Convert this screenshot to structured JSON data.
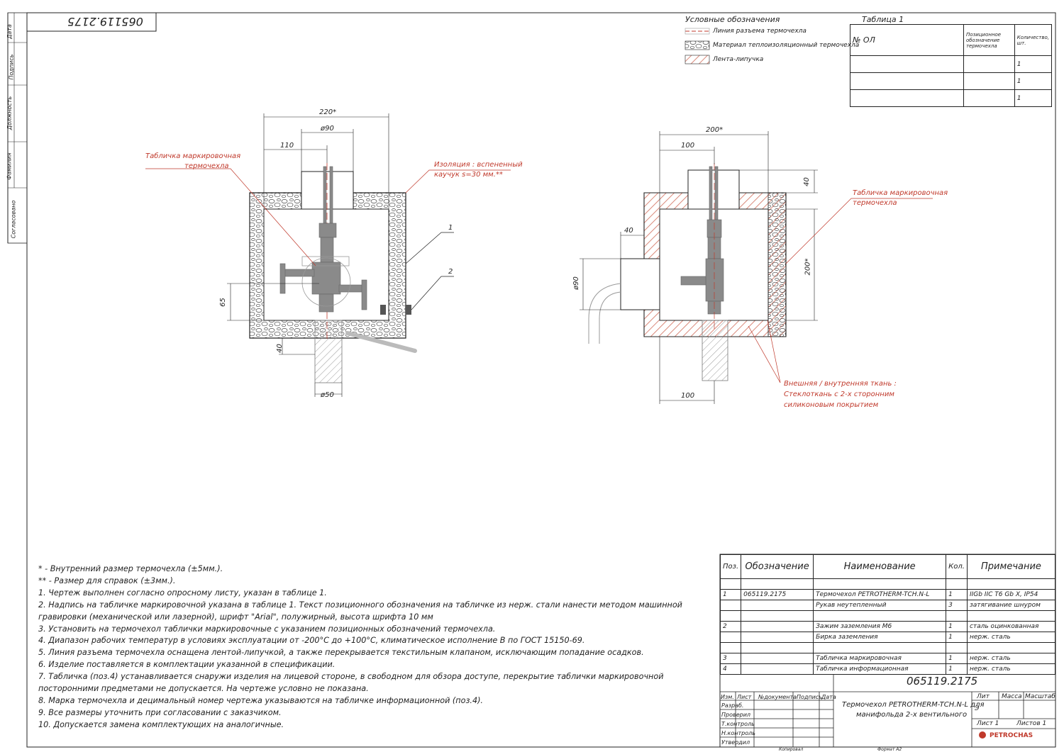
{
  "doc_number_mirrored": "065119.2175",
  "side_labels": [
    "Дата",
    "Подпись",
    "Должность",
    "Фамилия",
    "Согласовано"
  ],
  "legend": {
    "title": "Условные обозначения",
    "items": [
      "Линия разъема термочехла",
      "Материал теплоизоляционный термочехла",
      "Лента-липучка"
    ]
  },
  "table1": {
    "title": "Таблица 1",
    "headers": [
      "№ ОЛ",
      "Позиционное обозначение термочехла",
      "Количество, шт."
    ],
    "rows": [
      [
        "",
        "",
        "1"
      ],
      [
        "",
        "",
        "1"
      ],
      [
        "",
        "",
        "1"
      ]
    ]
  },
  "left_view": {
    "dims": {
      "d220": "220*",
      "d90": "ø90",
      "d110": "110",
      "d65": "65",
      "d40": "40",
      "d50": "ø50"
    },
    "callout_plate": [
      "Табличка маркировочная",
      "термочехла"
    ],
    "callout_insulation": [
      "Изоляция : вспененный",
      "каучук  s=30 мм.**"
    ],
    "pos1": "1",
    "pos2": "2"
  },
  "right_view": {
    "dims": {
      "d200top": "200*",
      "d100top": "100",
      "d40r": "40",
      "d40l": "40",
      "d90": "ø90",
      "d200v": "200*",
      "d100bot": "100"
    },
    "callout_plate": [
      "Табличка маркировочная",
      "термочехла"
    ],
    "callout_fabric": [
      "Внешняя / внутренняя ткань :",
      "Стеклоткань с  2-х сторонним",
      "силиконовым покрытием"
    ]
  },
  "notes": [
    "* - Внутренний размер термочехла (±5мм.).",
    "** - Размер для справок (±3мм.).",
    "1. Чертеж выполнен согласно опросному листу, указан в таблице 1.",
    "2. Надпись на табличке маркировочной указана в таблице 1. Текст позиционного обозначения на табличке из нерж. стали нанести методом машинной гравировки (механической или лазерной), шрифт \"Arial\", полужирный, высота шрифта 10 мм",
    "3. Установить на термочехол таблички маркировочные с указанием позиционных обозначений термочехла.",
    "4. Диапазон рабочих температур в условиях эксплуатации от -200°С до +100°С, климатическое исполнение В по ГОСТ 15150-69.",
    "5. Линия разъема термочехла оснащена лентой-липучкой, а также перекрывается текстильным клапаном, исключающим попадание осадков.",
    "6. Изделие поставляется в комплектации указанной в спецификации.",
    "7. Табличка (поз.4) устанавливается снаружи изделия на лицевой стороне, в свободном для обзора доступе, перекрытие таблички маркировочной посторонними предметами не допускается. На чертеже условно не показана.",
    "8. Марка термочехла и децимальный номер чертежа указываются на табличке информационной (поз.4).",
    "9. Все размеры уточнить при согласовании с заказчиком.",
    "10. Допускается замена комплектующих на аналогичные."
  ],
  "spec": {
    "headers": [
      "Поз.",
      "Обозначение",
      "Наименование",
      "Кол.",
      "Примечание"
    ],
    "rows": [
      [
        "",
        "",
        "",
        "",
        ""
      ],
      [
        "1",
        "065119.2175",
        "Термочехол PETROTHERM-TCH.N-L",
        "1",
        "IIGb IIC T6 Gb X, IP54"
      ],
      [
        "",
        "",
        "Рукав неутепленный",
        "3",
        "затягивание шнуром"
      ],
      [
        "",
        "",
        "",
        "",
        ""
      ],
      [
        "2",
        "",
        "Зажим заземления М6",
        "1",
        "сталь оцинкованная"
      ],
      [
        "",
        "",
        "Бирка заземления",
        "1",
        "нерж. сталь"
      ],
      [
        "",
        "",
        "",
        "",
        ""
      ],
      [
        "3",
        "",
        "Табличка маркировочная",
        "1",
        "нерж. сталь"
      ],
      [
        "4",
        "",
        "Табличка информационная",
        "1",
        "нерж. сталь"
      ]
    ]
  },
  "title_block": {
    "doc_number": "065119.2175",
    "name": [
      "Термочехол PETROTHERM-TCH.N-L для",
      "манифольда 2-х вентильного"
    ],
    "col_headers": [
      "Изм.",
      "Лист",
      "№документа",
      "Подпись",
      "Дата"
    ],
    "roles": [
      "Разраб.",
      "Проверил",
      "Т.контроль",
      "Н.контроль",
      "Утвердил"
    ],
    "lit_header": "Лит",
    "mass_header": "Масса",
    "scale_header": "Масштаб",
    "lit_value": "Э",
    "sheet": "Лист 1",
    "sheets": "Листов 1",
    "copied": "Копировал",
    "format": "Формат А2",
    "logo_text": "PETROCHAS"
  },
  "colors": {
    "accent": "#c0392b",
    "line": "#222222",
    "gray": "#8a8a8a",
    "hatch": "#d9897a"
  }
}
